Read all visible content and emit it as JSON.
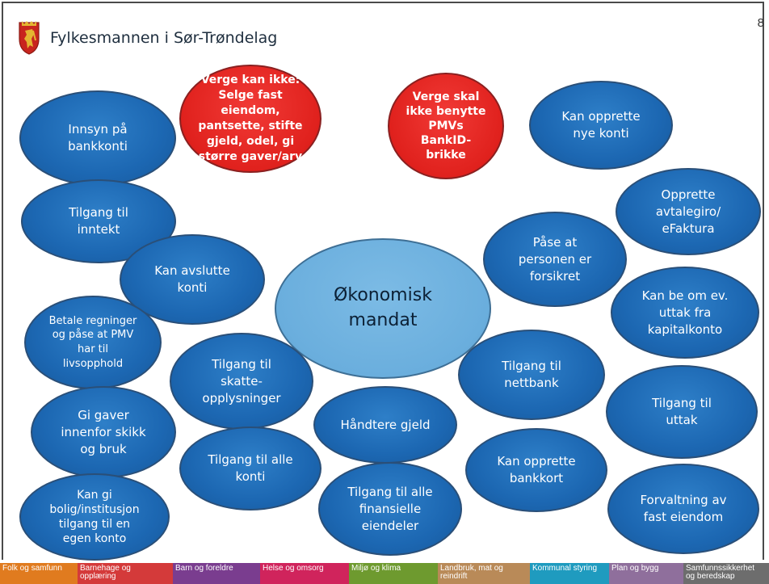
{
  "header": {
    "title": "Fylkesmannen i Sør-Trøndelag",
    "page_number": "8"
  },
  "center": "Økonomisk\nmandat",
  "nodes": {
    "innsyn": "Innsyn på\nbankkonti",
    "ikke_selge": "Verge kan ikke:\nSelge fast\neiendom,\npantsette, stifte\ngjeld, odel, gi\nstørre gaver/arv",
    "ikke_bankid": "Verge skal\nikke benytte\nPMVs\nBankID-\nbrikke",
    "opprette_konti": "Kan opprette\nnye konti",
    "avtalegiro": "Opprette\navtalegiro/\neFaktura",
    "inntekt": "Tilgang til\ninntekt",
    "forsikret": "Påse at\npersonen er\nforsikret",
    "avslutte": "Kan avslutte\nkonti",
    "kapitalkonto": "Kan be om ev.\nuttak fra\nkapitalkonto",
    "regninger": "Betale regninger\nog påse at PMV\nhar til\nlivsopphold",
    "skatt": "Tilgang til\nskatte-\nopplysninger",
    "nettbank": "Tilgang til\nnettbank",
    "uttak": "Tilgang til\nuttak",
    "gaver": "Gi gaver\ninnenfor skikk\nog bruk",
    "gjeld": "Håndtere gjeld",
    "alle_konti": "Tilgang til alle\nkonti",
    "bankkort": "Kan opprette\nbankkort",
    "bolig": "Kan gi\nbolig/institusjon\ntilgang til en\negen konto",
    "eiendeler": "Tilgang til alle\nfinansielle\neiendeler",
    "eiendom": "Forvaltning av\nfast eiendom"
  },
  "footer": [
    {
      "label": "Folk og samfunn",
      "color": "#e07b1f"
    },
    {
      "label": "Barnehage og\nopplæring",
      "color": "#d43a3a"
    },
    {
      "label": "Barn og foreldre",
      "color": "#7a3d8f"
    },
    {
      "label": "Helse og omsorg",
      "color": "#d0245c"
    },
    {
      "label": "Miljø og klima",
      "color": "#6e9a2f"
    },
    {
      "label": "Landbruk, mat og\nreindrift",
      "color": "#b98a58"
    },
    {
      "label": "Kommunal styring",
      "color": "#1f9bbf"
    },
    {
      "label": "Plan og bygg",
      "color": "#8f6f9c"
    },
    {
      "label": "Samfunnssikkerhet\nog beredskap",
      "color": "#6d6d6d"
    }
  ],
  "colors": {
    "blue_node": "#1c67b2",
    "red_node": "#e0211d",
    "center_node": "#6aaedd"
  }
}
